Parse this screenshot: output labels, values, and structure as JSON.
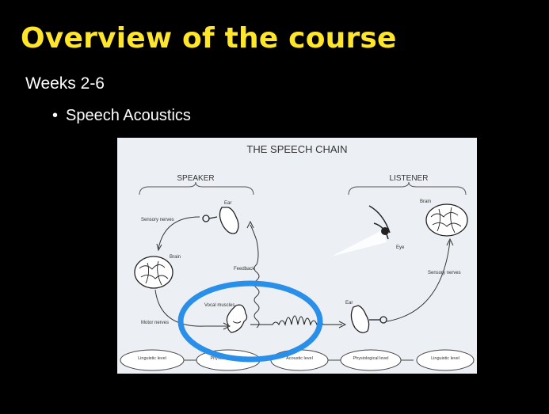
{
  "slide": {
    "title": "Overview of the course",
    "subtitle": "Weeks 2-6",
    "bullets": [
      "Speech Acoustics"
    ],
    "bullet_glyph": "•",
    "colors": {
      "title": "#ffe62a",
      "text": "#ffffff",
      "background": "#000000",
      "highlight": "#2a8fe8"
    }
  },
  "figure": {
    "title": "THE SPEECH CHAIN",
    "speaker_label": "SPEAKER",
    "listener_label": "LISTENER",
    "labels": {
      "ear_speaker": "Ear",
      "sensory_nerves_left": "Sensory nerves",
      "brain_speaker": "Brain",
      "feedback": "Feedback",
      "vocal_muscles": "Vocal muscles",
      "motor_nerves": "Motor nerves",
      "brain_listener": "Brain",
      "eye": "Eye",
      "sensory_nerves_right": "Sensory nerves",
      "ear_listener": "Ear"
    },
    "levels": [
      "Linguistic level",
      "Physiological level",
      "Acoustic level",
      "Physiological level",
      "Linguistic level"
    ]
  }
}
